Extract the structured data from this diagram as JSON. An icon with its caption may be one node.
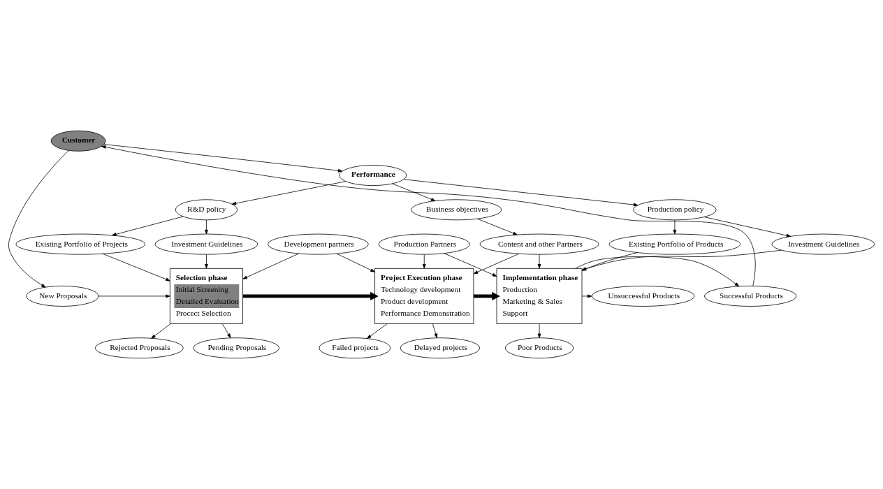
{
  "diagram": {
    "nodes": [
      {
        "text": [
          "Customer"
        ]
      },
      {
        "text": [
          "Performance"
        ]
      },
      {
        "text": [
          "R&D policy"
        ]
      },
      {
        "text": [
          "Business objectives"
        ]
      },
      {
        "text": [
          "Production policy"
        ]
      },
      {
        "text": [
          "Investment Guidelines"
        ]
      },
      {
        "text": [
          "Existing Portfolio of Projects"
        ]
      },
      {
        "text": [
          "Investment Guidelines"
        ]
      },
      {
        "text": [
          "Existing Portfolio of Products"
        ]
      },
      {
        "text": [
          "Content and other Partners"
        ]
      },
      {
        "text": [
          "Development partners"
        ]
      },
      {
        "text": [
          "Production Partners"
        ]
      },
      {
        "text": [
          "New Proposals"
        ]
      },
      {
        "text": [
          "Selection phase",
          "Initial Screening",
          "Detailed Evaluation",
          "Procect Selection"
        ]
      },
      {
        "text": [
          "Project Execution phase",
          "Technology development",
          "Product development",
          "Performance Demonstration"
        ]
      },
      {
        "text": [
          "Implementation phase",
          "Production",
          "Marketing & Sales",
          "Support"
        ]
      },
      {
        "text": [
          "Successful Products"
        ]
      },
      {
        "text": [
          "Unsuccessful Products"
        ]
      },
      {
        "text": [
          "Pending Proposals"
        ]
      },
      {
        "text": [
          "Rejected Proposals"
        ]
      },
      {
        "text": [
          "Delayed projects"
        ]
      },
      {
        "text": [
          "Failed projects"
        ]
      },
      {
        "text": [
          "Poor Products"
        ]
      }
    ],
    "edges": [
      {
        "from": 0,
        "to": 1,
        "arrow": "to"
      },
      {
        "from": 1,
        "to": 2,
        "arrow": "to"
      },
      {
        "from": 1,
        "to": 3,
        "arrow": "to"
      },
      {
        "from": 1,
        "to": 4,
        "arrow": "to"
      },
      {
        "from": 2,
        "to": 5,
        "arrow": "to"
      },
      {
        "from": 2,
        "to": 6,
        "arrow": "to"
      },
      {
        "from": 4,
        "to": 7,
        "arrow": "to"
      },
      {
        "from": 4,
        "to": 8,
        "arrow": "to"
      },
      {
        "from": 3,
        "to": 9,
        "arrow": "to"
      },
      {
        "from": 5,
        "to": 13,
        "arrow": "to"
      },
      {
        "from": 6,
        "to": 13,
        "arrow": "to"
      },
      {
        "from": 10,
        "to": 13,
        "arrow": "to"
      },
      {
        "from": 10,
        "to": 14,
        "arrow": "to"
      },
      {
        "from": 9,
        "to": 14,
        "arrow": "to"
      },
      {
        "from": 11,
        "to": 14,
        "arrow": "to"
      },
      {
        "from": 9,
        "to": 15,
        "arrow": "to"
      },
      {
        "from": 11,
        "to": 15,
        "arrow": "to"
      },
      {
        "from": 7,
        "to": 15,
        "arrow": "to"
      },
      {
        "from": 8,
        "to": 15,
        "arrow": "to"
      },
      {
        "from": 0,
        "to": 12,
        "arrow": "to"
      },
      {
        "from": 16,
        "to": 0,
        "arrow": "to"
      },
      {
        "from": 12,
        "to": 13,
        "arrow": "to"
      },
      {
        "from": 13,
        "to": 14,
        "arrow": "to",
        "style": "thick"
      },
      {
        "from": 13,
        "to": 19,
        "arrow": "to"
      },
      {
        "from": 13,
        "to": 18,
        "arrow": "to"
      },
      {
        "from": 14,
        "to": 15,
        "arrow": "to",
        "style": "thick"
      },
      {
        "from": 14,
        "to": 21,
        "arrow": "to"
      },
      {
        "from": 14,
        "to": 20,
        "arrow": "to"
      },
      {
        "from": 15,
        "to": 16,
        "arrow": "to"
      },
      {
        "from": 15,
        "to": 17,
        "arrow": "to"
      },
      {
        "from": 15,
        "to": 22,
        "arrow": "to"
      }
    ]
  }
}
